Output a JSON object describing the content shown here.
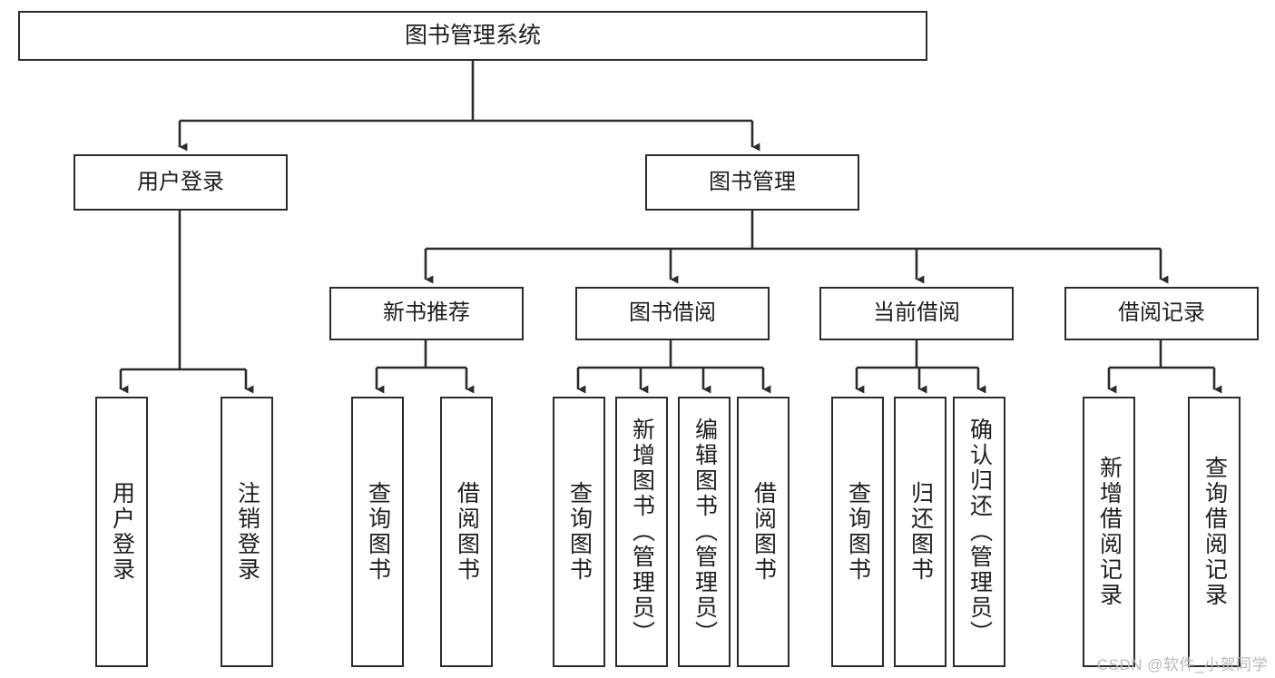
{
  "diagram": {
    "type": "tree-hierarchy",
    "title": "图书管理系统",
    "root": {
      "label": "图书管理系统"
    },
    "level2": [
      {
        "label": "用户登录"
      },
      {
        "label": "图书管理"
      }
    ],
    "level3": [
      {
        "label": "新书推荐"
      },
      {
        "label": "图书借阅"
      },
      {
        "label": "当前借阅"
      },
      {
        "label": "借阅记录"
      }
    ],
    "leaves": {
      "user_login": [
        {
          "label": "用户登录"
        },
        {
          "label": "注销登录"
        }
      ],
      "new_book_recommend": [
        {
          "label": "查询图书"
        },
        {
          "label": "借阅图书"
        }
      ],
      "book_borrow": [
        {
          "label": "查询图书"
        },
        {
          "label": "新增图书（管理员）"
        },
        {
          "label": "编辑图书（管理员）"
        },
        {
          "label": "借阅图书"
        }
      ],
      "current_borrow": [
        {
          "label": "查询图书"
        },
        {
          "label": "归还图书"
        },
        {
          "label": "确认归还（管理员）"
        }
      ],
      "borrow_record": [
        {
          "label": "新增借阅记录"
        },
        {
          "label": "查询借阅记录"
        }
      ]
    }
  },
  "watermark": {
    "text": "CSDN @软件_小贺同学"
  },
  "colors": {
    "border": "#2b2b2b",
    "text": "#1d1d1d",
    "background": "#ffffff",
    "watermark": "#b9b9b9"
  }
}
